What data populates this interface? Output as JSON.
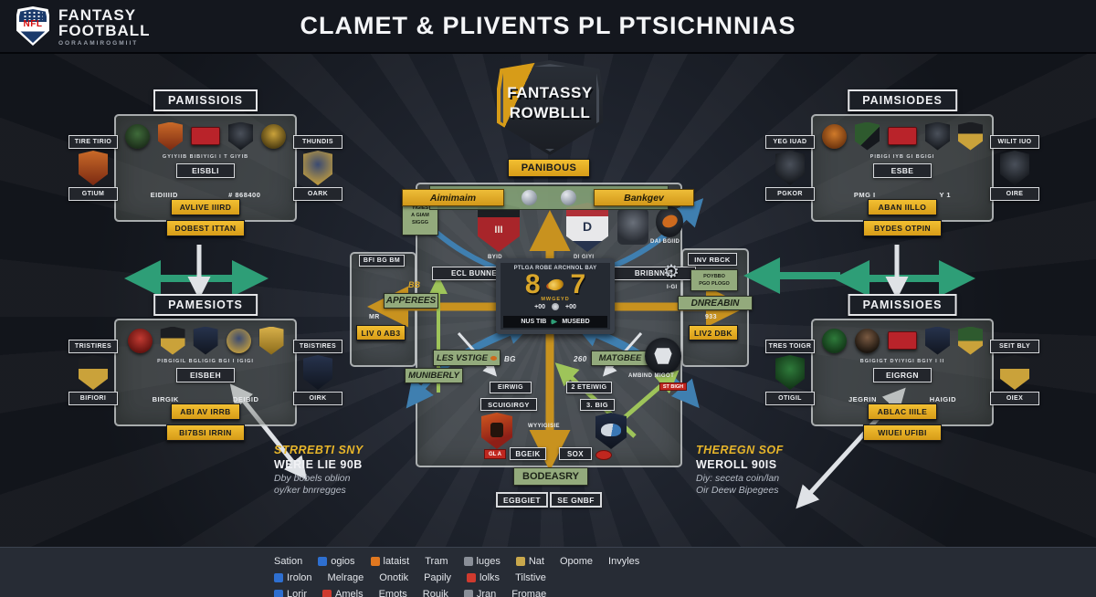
{
  "colors": {
    "gold_accent": "#d9a62a",
    "green_label": "#93aa7c",
    "arrow_green": "#2e9e77",
    "arrow_blue": "#3f7fb0",
    "arrow_gold": "#c8921f",
    "background": "#1d222c",
    "panel_gray": "#80857f"
  },
  "header": {
    "nfl": "NFL",
    "brand_line1": "FANTASY",
    "brand_line2": "FOOTBALL",
    "brand_sub": "OORAAMIROGMIIT",
    "title": "CLAMET & PLIVENTS PL PTSICHNNIAS"
  },
  "center": {
    "logo_line1": "FANTASSY",
    "logo_line2": "ROWBLLL",
    "top_banner": "PANIBOUS",
    "ribbon_left": "Aimimaim",
    "ribbon_right": "Bankgev",
    "shield_left_caption": "BYID",
    "shield_right_caption": "DI GIYI",
    "label_left": "ECL BUNNE",
    "label_right": "BRIBNNIB",
    "orange_badge_caption": "DAI BGIID",
    "scoreboard": {
      "title": "PTLGA ROBE ARCHNOL BAY",
      "home": "8",
      "away": "7",
      "sub": "MWGEYD",
      "ticker_left": "+00",
      "ticker_right": "+00",
      "footer_left": "NUS TIB",
      "footer_right": "MUSEBD"
    },
    "left_col": {
      "box_lines": [
        "YIGIES",
        "A GIAM",
        "SIGGG"
      ],
      "bt_label": "BFI BG BM",
      "bb": "BB",
      "appereees": "APPEREES",
      "mr": "MR",
      "liv": "LIV 0 AB3"
    },
    "right_col": {
      "inn_rock": "INV RBCK",
      "green_lines": [
        "POYBBO",
        "PGO PLOGO"
      ],
      "dnreabin": "DNREABIN",
      "num": "933",
      "liv": "LIV2 DBK",
      "gear_glyph": "⚙",
      "gear_caption": "I-GI"
    },
    "lower": {
      "les_vstige": "LES VSTIGE",
      "bg": "BG",
      "num260": "260",
      "matgbee": "MATGBEE",
      "tiger_caption": "AMBIND MIGOT",
      "tiger_tag": "ST BIGH",
      "muniberly": "MUNIBERLY",
      "eirwig": "EIRWIG",
      "eteiwig": "2 ETEIWIG",
      "scuigirgy": "SCUIGIRGY",
      "big3": "3. BIG",
      "wyyigisie": "WYYIGISIE",
      "red_tag": "GL A",
      "bgeik": "BGEIK",
      "sox": "SOX",
      "red_oval": "",
      "banner": "BODEASRY",
      "box_left": "EGBGIET",
      "box_right": "SE GNBF"
    }
  },
  "panels": [
    {
      "header": "PAMISSIOIS",
      "caption": "GYIYIIB    BIBIYIGI    I T GIYIB",
      "mid_label": "EISBLI",
      "mid_left": "EIDIIIID",
      "mid_right": "# 868400",
      "side_left_label": "TIRE TIRIO",
      "side_left_sub": "GTIUM",
      "side_right_label": "THUNDIS",
      "side_right_sub": "OARK",
      "btn1": "AVLIVE IIIRD",
      "btn2": "DOBEST ITTAN"
    },
    {
      "header": "PAMESIOTS",
      "caption": "PIBGIGIL    BGLIGIG    BGI I    IGIGI",
      "mid_label": "EISBEH",
      "mid_left": "BIRGIK",
      "mid_right": "DEIBID",
      "side_left_label": "TRISTIRES",
      "side_left_sub": "BIFIORI",
      "side_right_label": "TBISTIRES",
      "side_right_sub": "OIRK",
      "btn1": "ABI AV IRRB",
      "btn2": "BI7BSI IRRIN"
    },
    {
      "header": "PAIMSIODES",
      "caption": "PIBIGI    IYB GI    BGIGI",
      "mid_label": "ESBE",
      "mid_left": "PMG I",
      "mid_right": "Y 1",
      "side_left_label": "YEG IUAD",
      "side_left_sub": "PGKOR",
      "side_right_label": "WILIT IUO",
      "side_right_sub": "OIRE",
      "btn1": "ABAN IILLO",
      "btn2": "BYDES OTPIN"
    },
    {
      "header": "PAMISSIOES",
      "caption": "BGIGIGT    DYIYIGI    BGIY    I II",
      "mid_label": "EIGRGN",
      "mid_left": "JEGRIN",
      "mid_right": "HAIGID",
      "side_left_label": "TRES TOIGR",
      "side_left_sub": "OTIGIL",
      "side_right_label": "SEIT BLY",
      "side_right_sub": "OIEX",
      "btn1": "ABLAC IIILE",
      "btn2": "WIUEI UFIBI"
    }
  ],
  "annotations": [
    {
      "title": "STRREBTI SNY",
      "line1": "WERIE LIE 90B",
      "line2": "Dby bobels oblion",
      "line3": "oy/ker bnrregges"
    },
    {
      "title": "THEREGN SOF",
      "line1": "WEROLL 90IS",
      "line2": "Diy: seceta coin/lan",
      "line3": "Oir Deew Bipegees"
    }
  ],
  "legend": {
    "rows": [
      [
        {
          "label": "Sation"
        },
        {
          "label": "ogios"
        },
        {
          "label": "lataist"
        },
        {
          "label": "Tram"
        },
        {
          "label": "luges"
        },
        {
          "label": "Nat"
        },
        {
          "label": "Opome"
        },
        {
          "label": "Invyles"
        }
      ],
      [
        {
          "label": "Irolon"
        },
        {
          "label": "Melrage"
        },
        {
          "label": "Onotik"
        },
        {
          "label": "Papily"
        },
        {
          "label": "lolks"
        },
        {
          "label": "Tilstive"
        }
      ],
      [
        {
          "label": "Lorir"
        },
        {
          "label": "Amels"
        },
        {
          "label": "Emots"
        },
        {
          "label": "Rouik"
        },
        {
          "label": "Jran"
        },
        {
          "label": "Fromae"
        }
      ]
    ]
  }
}
